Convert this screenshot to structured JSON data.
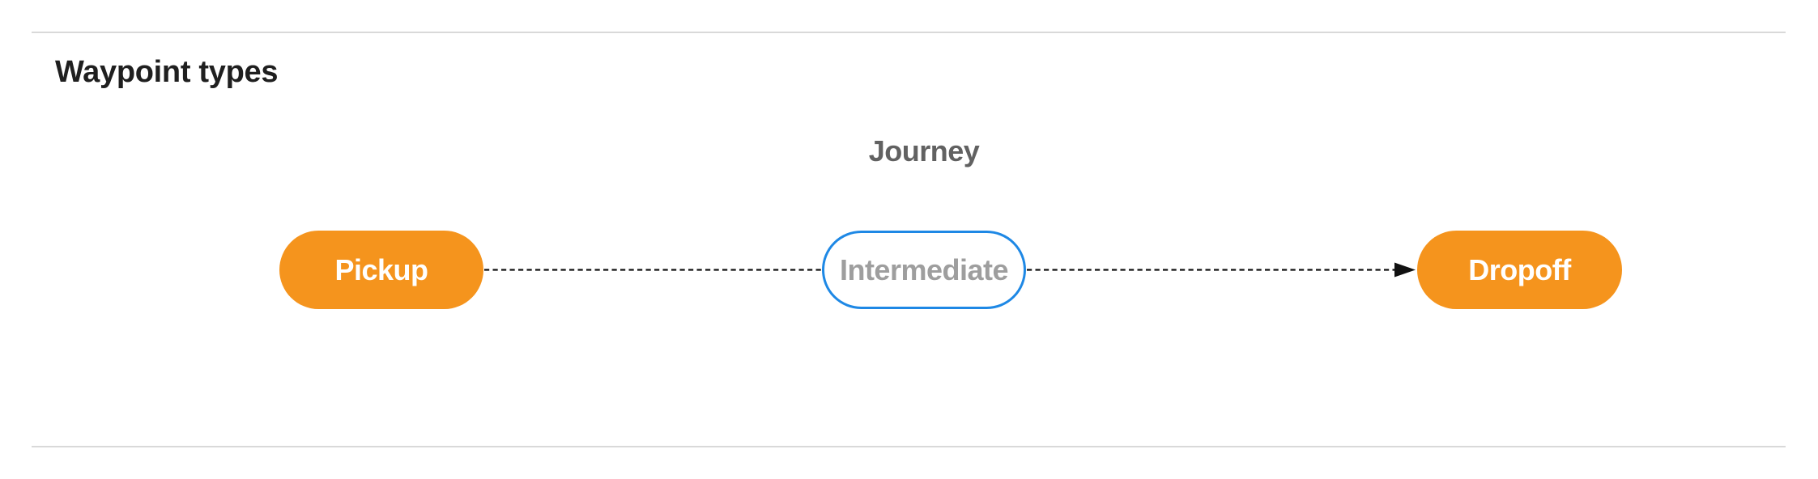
{
  "section": {
    "heading": "Waypoint types"
  },
  "diagram": {
    "title": "Journey",
    "nodes": [
      {
        "id": "pickup",
        "label": "Pickup",
        "style": "filled-orange"
      },
      {
        "id": "intermediate",
        "label": "Intermediate",
        "style": "outlined-blue"
      },
      {
        "id": "dropoff",
        "label": "Dropoff",
        "style": "filled-orange"
      }
    ],
    "edges": [
      {
        "from": "pickup",
        "to": "intermediate",
        "style": "dashed",
        "arrowhead": false
      },
      {
        "from": "intermediate",
        "to": "dropoff",
        "style": "dashed",
        "arrowhead": true
      }
    ]
  },
  "theme": {
    "node_fill_orange": "#F5941D",
    "node_outline_blue": "#1E88E5",
    "node_text_white": "#FFFFFF",
    "node_text_gray": "#9E9E9E",
    "graph_title_gray": "#616161",
    "heading_color": "#1F1F1F",
    "edge_color": "#111111",
    "divider_color": "#D9D9D9",
    "background": "#FFFFFF"
  }
}
